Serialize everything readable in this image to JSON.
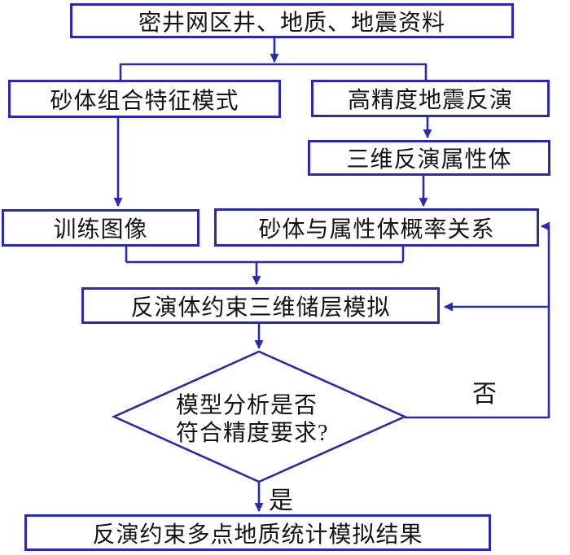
{
  "meta": {
    "background_color": "#ffffff",
    "line_color": "#2a2ab0",
    "text_color": "#141414",
    "diagram_type": "flowchart"
  },
  "nodes": {
    "source": {
      "label": "密井网区井、地质、地震资料"
    },
    "sand_pattern": {
      "label": "砂体组合特征模式"
    },
    "seismic_inversion": {
      "label": "高精度地震反演"
    },
    "attribute_volume": {
      "label": "三维反演属性体"
    },
    "training_image": {
      "label": "训练图像"
    },
    "probability": {
      "label": "砂体与属性体概率关系"
    },
    "constrained_simulation": {
      "label": "反演体约束三维储层模拟"
    },
    "decision": {
      "line1": "模型分析是否",
      "line2": "符合精度要求?"
    },
    "result": {
      "label": "反演约束多点地质统计模拟结果"
    }
  },
  "edge_labels": {
    "no": "否",
    "yes": "是"
  }
}
